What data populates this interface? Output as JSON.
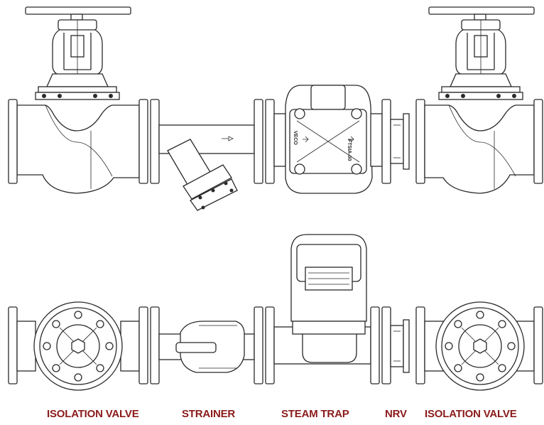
{
  "colors": {
    "label": "#8b1a1a",
    "line": "#2a2a2a",
    "background": "#ffffff"
  },
  "labels": [
    "ISOLATION VALVE",
    "STRAINER",
    "STEAM TRAP",
    "NRV",
    "ISOLATION VALVE"
  ]
}
